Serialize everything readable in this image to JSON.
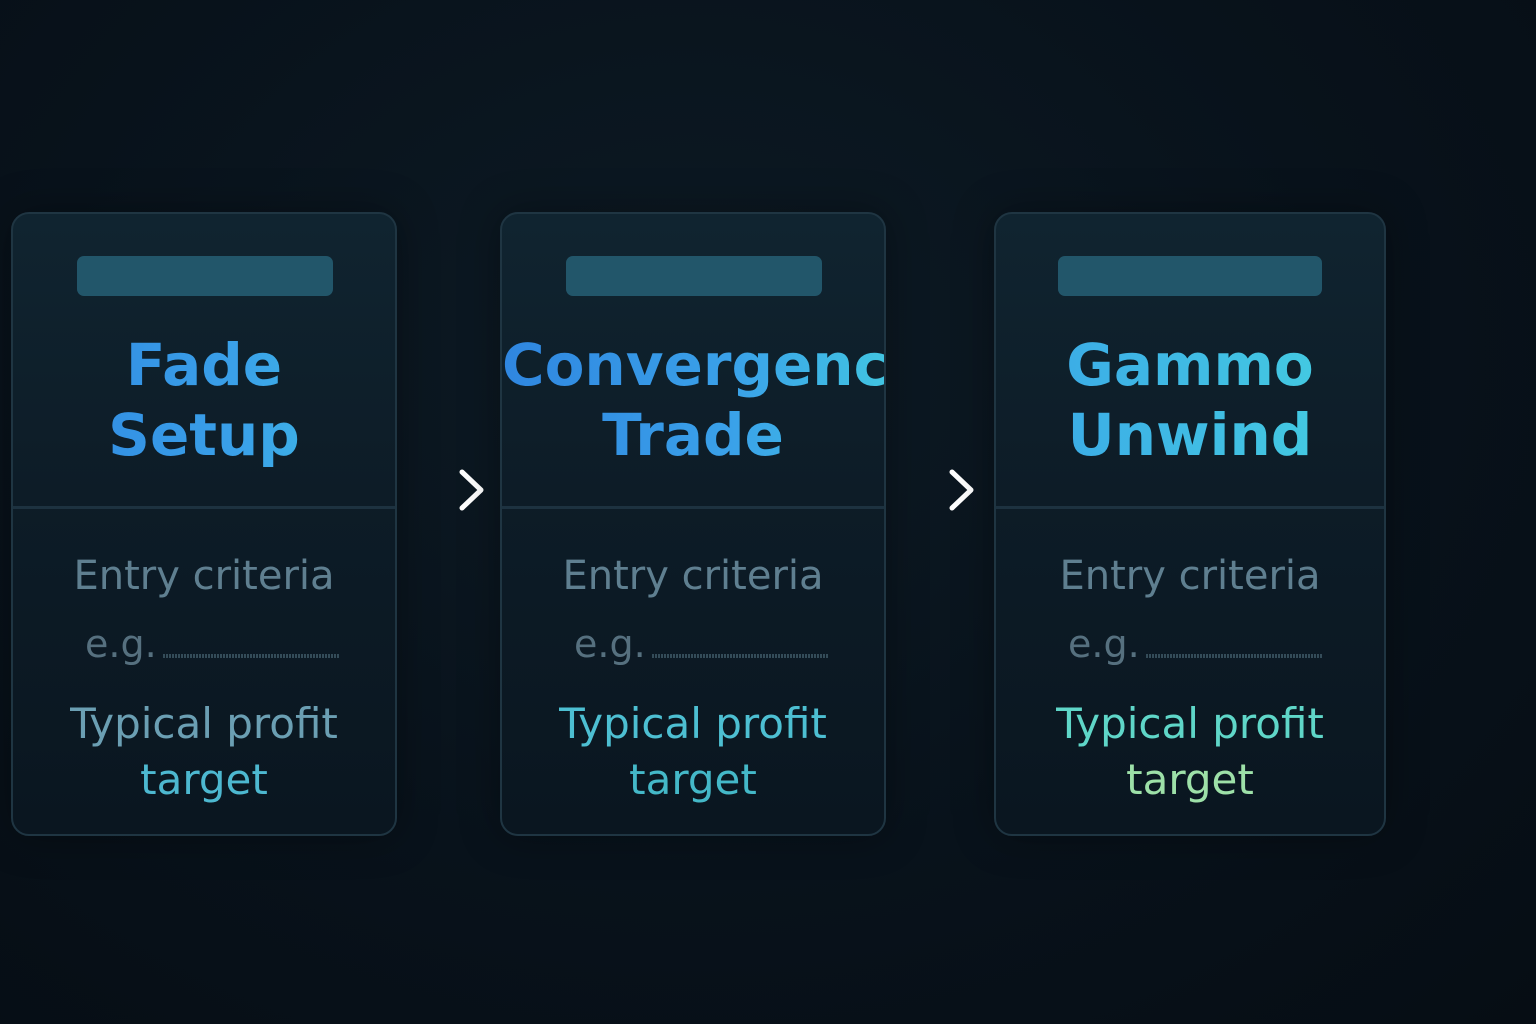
{
  "cards": [
    {
      "title_line1": "Fade",
      "title_line2": "Setup",
      "entry_label": "Entry criteria",
      "example_label": "e.g.",
      "profit_line1": "Typical profit",
      "profit_line2": "target"
    },
    {
      "title_line1": "Convergenc",
      "title_line2": "Trade",
      "entry_label": "Entry criteria",
      "example_label": "e.g.",
      "profit_line1": "Typical profit",
      "profit_line2": "target"
    },
    {
      "title_line1": "Gammo",
      "title_line2": "Unwind",
      "entry_label": "Entry criteria",
      "example_label": "e.g.",
      "profit_line1": "Typical profit",
      "profit_line2": "target"
    }
  ],
  "icons": {
    "connector": "arrow-right-icon"
  },
  "colors": {
    "background": "#08121b",
    "card_border": "#1f3542",
    "pill": "#22566a",
    "title_blue": "#3aa1e9",
    "accent_teal": "#45d0e0",
    "accent_green": "#9de0a8"
  }
}
